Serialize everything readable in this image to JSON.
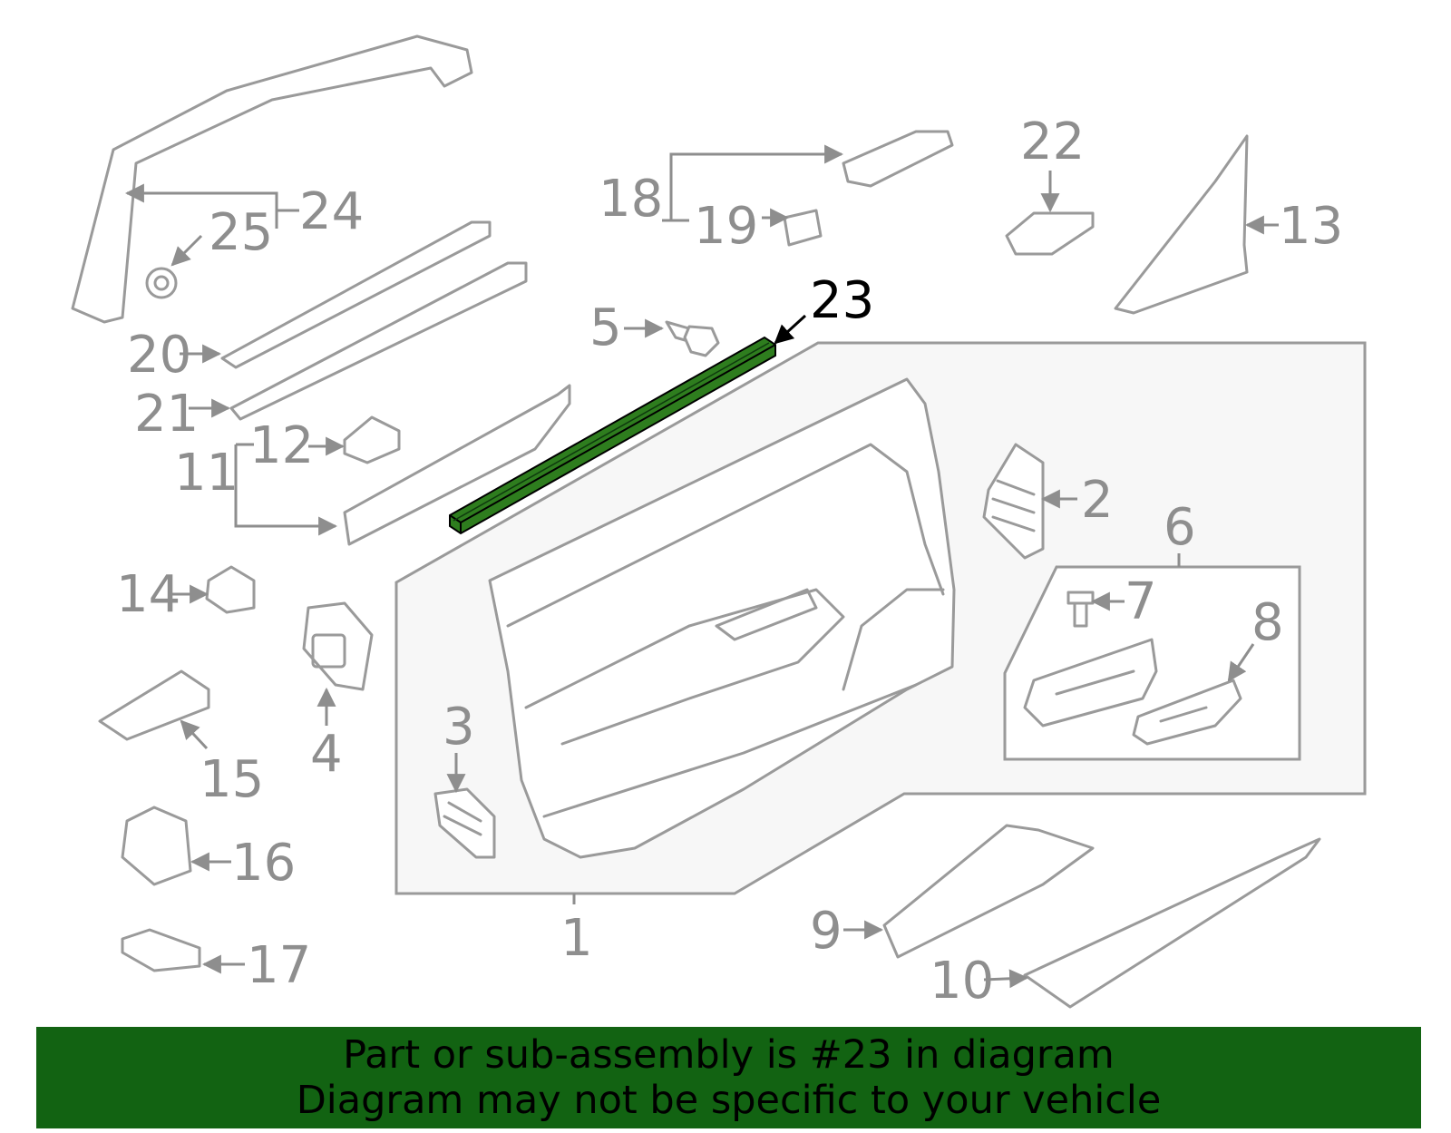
{
  "labels": {
    "l1": "1",
    "l2": "2",
    "l3": "3",
    "l4": "4",
    "l5": "5",
    "l6": "6",
    "l7": "7",
    "l8": "8",
    "l9": "9",
    "l10": "10",
    "l11": "11",
    "l12": "12",
    "l13": "13",
    "l14": "14",
    "l15": "15",
    "l16": "16",
    "l17": "17",
    "l18": "18",
    "l19": "19",
    "l20": "20",
    "l21": "21",
    "l22": "22",
    "l23": "23",
    "l24": "24",
    "l25": "25"
  },
  "highlight": {
    "part_number": "23",
    "color": "#2e7d1e"
  },
  "colors": {
    "banner": "#126312",
    "line": "#9a9a9a",
    "panel": "#f7f7f7"
  },
  "banner": {
    "line1": "Part or sub-assembly is #23 in diagram",
    "line2": "Diagram may not be specific to your vehicle"
  }
}
